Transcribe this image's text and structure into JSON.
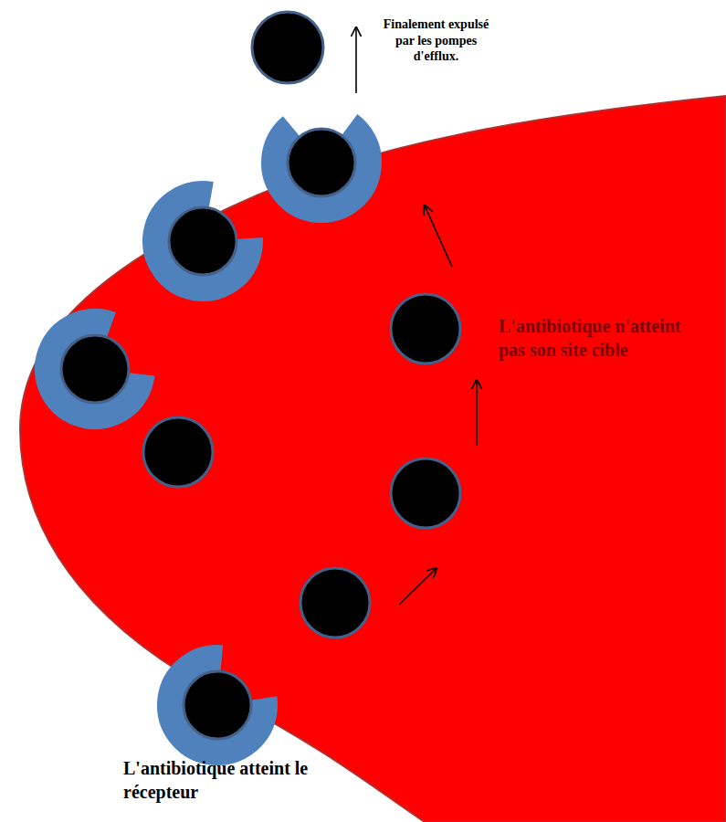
{
  "diagram": {
    "labels": [
      "Finalement expulsé par les pompes d'efflux.",
      "L'antibiotique n'atteint pas son site cible",
      "L'antibiotique atteint le récepteur"
    ]
  }
}
